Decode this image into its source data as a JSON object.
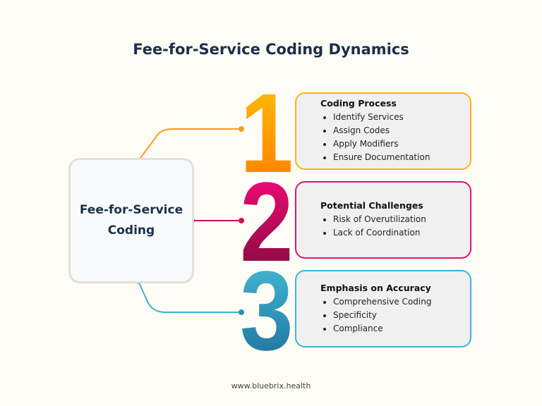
{
  "title": "Fee-for-Service Coding Dynamics",
  "center": {
    "line1": "Fee-for-Service",
    "line2": "Coding"
  },
  "steps": [
    {
      "number": "1",
      "heading": "Coding Process",
      "items": [
        "Identify Services",
        "Assign Codes",
        "Apply Modifiers",
        "Ensure Documentation"
      ],
      "color": "#ff9f0f"
    },
    {
      "number": "2",
      "heading": "Potential Challenges",
      "items": [
        "Risk of Overutilization",
        "Lack of Coordination"
      ],
      "color": "#e8126f"
    },
    {
      "number": "3",
      "heading": "Emphasis on Accuracy",
      "items": [
        "Comprehensive Coding",
        "Specificity",
        "Compliance"
      ],
      "color": "#40b4d3"
    }
  ],
  "footer": "www.bluebrix.health"
}
